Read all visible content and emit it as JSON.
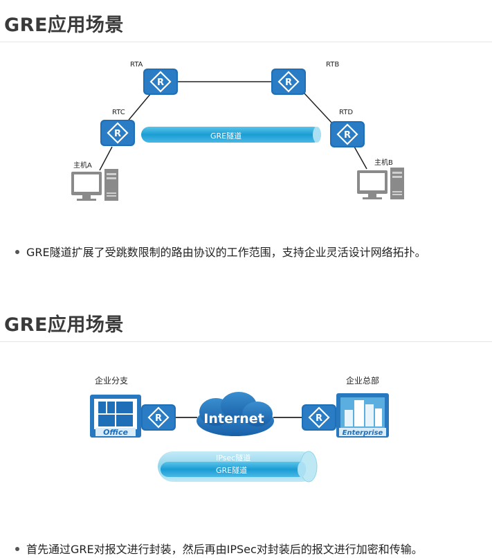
{
  "section1": {
    "title": "GRE应用场景",
    "routers": [
      "RTA",
      "RTB",
      "RTC",
      "RTD"
    ],
    "hosts": [
      "主机A",
      "主机B"
    ],
    "tunnel_label": "GRE隧道",
    "router_glyph": "R",
    "bullet": "GRE隧道扩展了受跳数限制的路由协议的工作范围，支持企业灵活设计网络拓扑。"
  },
  "section2": {
    "title": "GRE应用场景",
    "branch_label": "企业分支",
    "hq_label": "企业总部",
    "office_text": "Office",
    "enterprise_text": "Enterprise",
    "internet_text": "Internet",
    "router_glyph": "R",
    "ipsec_label": "IPsec隧道",
    "gre_label": "GRE隧道",
    "bullet": "首先通过GRE对报文进行封装，然后再由IPSec对封装后的报文进行加密和传输。"
  },
  "colors": {
    "router": "#1f6fb8",
    "tunnel": "#2aa3d6",
    "ipsec": "#8ed6ec",
    "text": "#222222"
  }
}
